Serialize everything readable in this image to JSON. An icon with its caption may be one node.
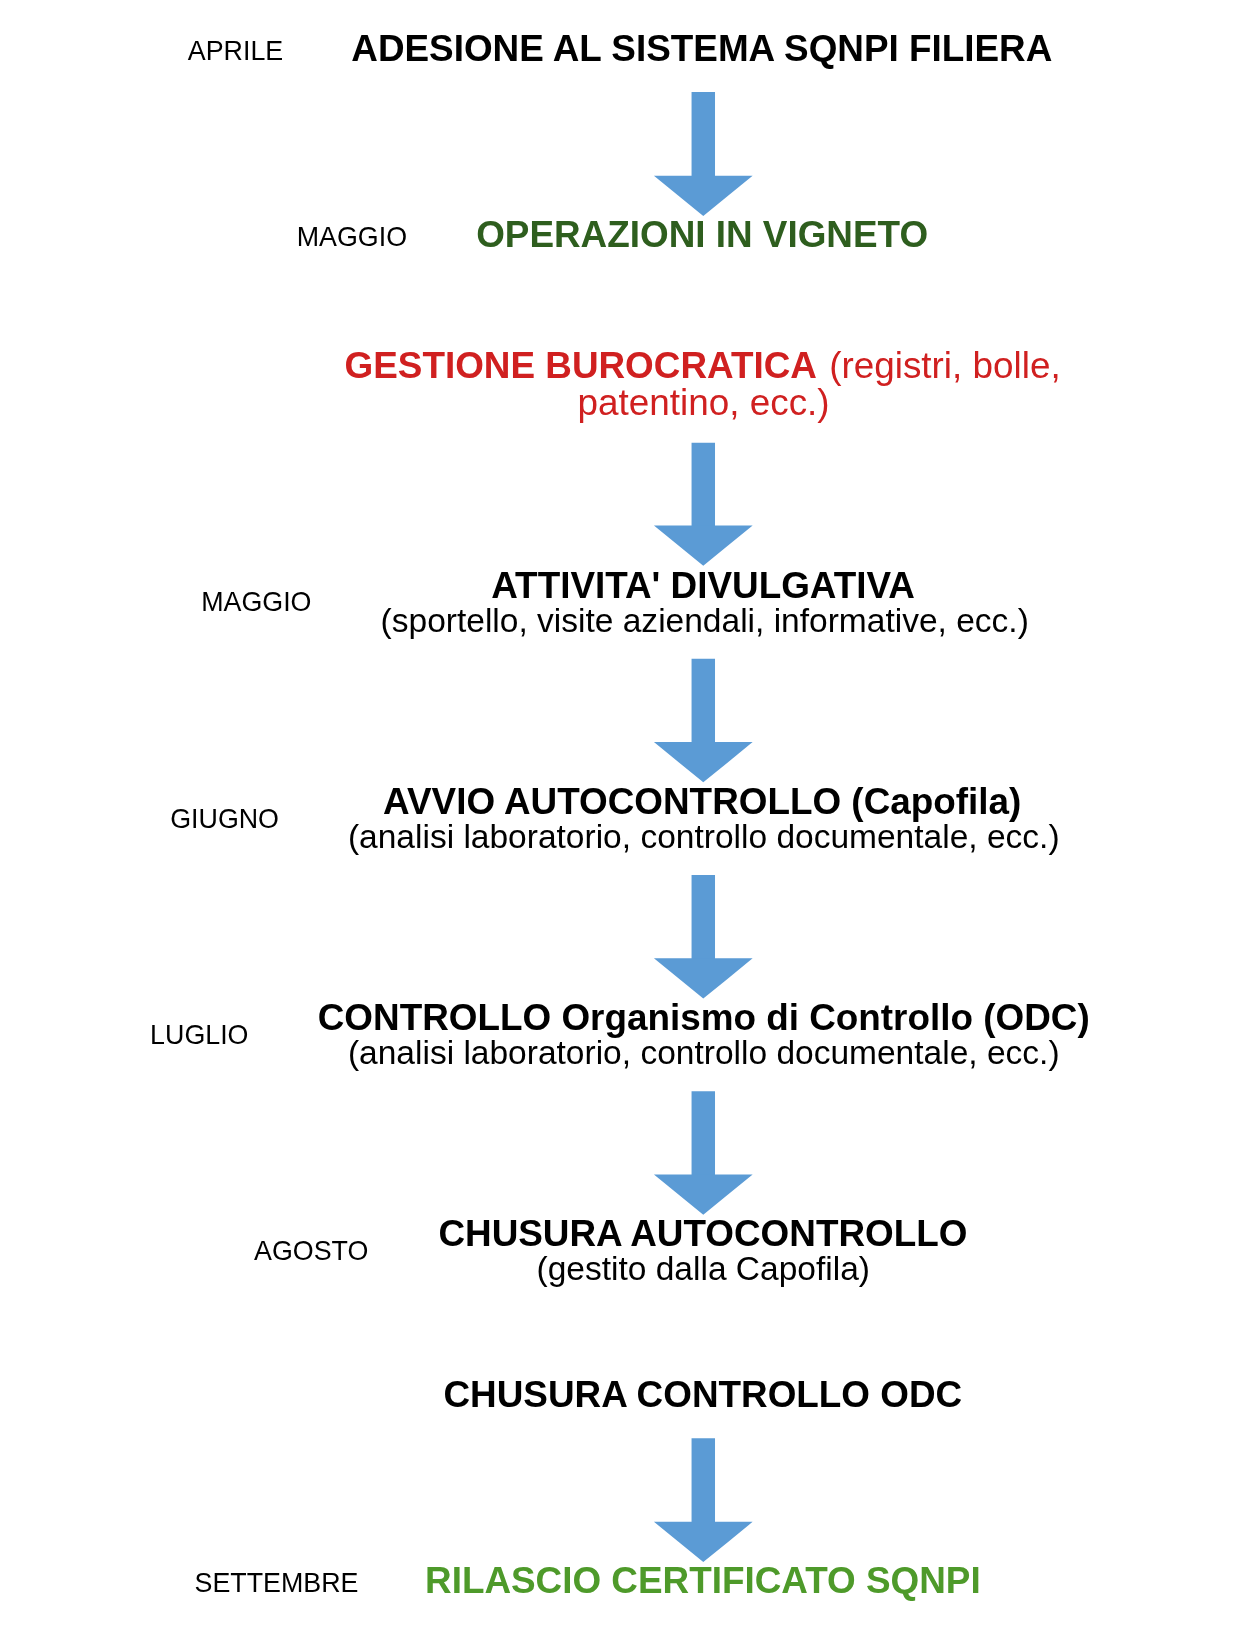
{
  "diagram": {
    "nodes": [
      {
        "text": [
          "ADESIONE AL SISTEMA SQNPI FILIERA"
        ],
        "beside": [
          "APRILE"
        ]
      },
      {
        "text": [
          "OPERAZIONI IN VIGNETO"
        ],
        "beside": [
          "MAGGIO"
        ]
      },
      {
        "text": [
          "**GESTIONE BUROCRATICA** (registri, bolle, patentino, ecc.)"
        ]
      },
      {
        "text": [
          "ATTIVITA' DIVULGATIVA",
          "(sportello, visite aziendali, informative, ecc.)"
        ],
        "beside": [
          "MAGGIO"
        ]
      },
      {
        "text": [
          "AVVIO AUTOCONTROLLO (Capofila)",
          "(analisi laboratorio, controllo documentale, ecc.)"
        ],
        "beside": [
          "GIUGNO"
        ]
      },
      {
        "text": [
          "CONTROLLO Organismo di Controllo (ODC)",
          "(analisi laboratorio, controllo documentale, ecc.)"
        ],
        "beside": [
          "LUGLIO"
        ]
      },
      {
        "text": [
          "CHUSURA AUTOCONTROLLO",
          "(gestito dalla Capofila)"
        ],
        "beside": [
          "AGOSTO"
        ]
      },
      {
        "text": [
          "CHUSURA CONTROLLO ODC"
        ]
      },
      {
        "text": [
          "RILASCIO CERTIFICATO SQNPI"
        ],
        "beside": [
          "SETTEMBRE"
        ]
      }
    ],
    "edges": [
      {
        "from": 0,
        "to": 1,
        "arrow": "to"
      },
      {
        "from": 2,
        "to": 3,
        "arrow": "to"
      },
      {
        "from": 3,
        "to": 4,
        "arrow": "to"
      },
      {
        "from": 4,
        "to": 5,
        "arrow": "to"
      },
      {
        "from": 5,
        "to": 6,
        "arrow": "to"
      },
      {
        "from": 7,
        "to": 8,
        "arrow": "to"
      }
    ]
  }
}
